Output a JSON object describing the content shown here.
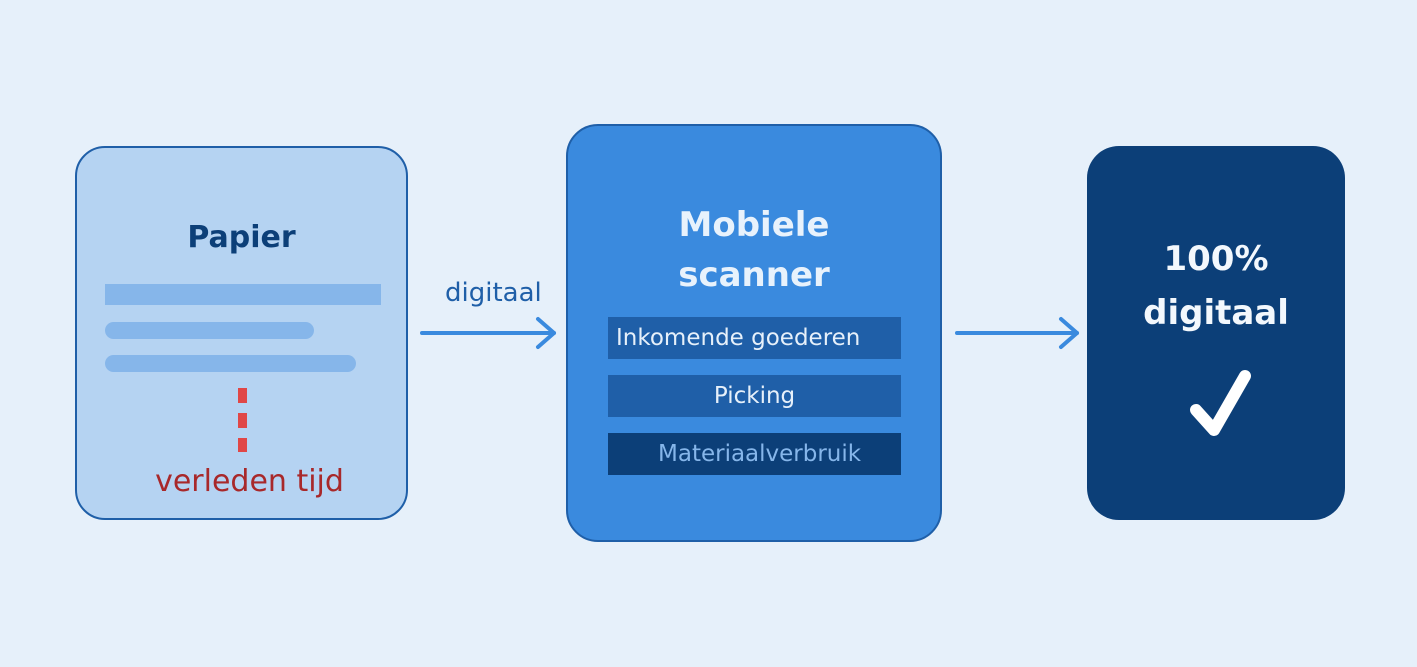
{
  "paper": {
    "title": "Papier",
    "caption": "verleden tijd"
  },
  "arrow_label": "digitaal",
  "scanner": {
    "title_line1": "Mobiele",
    "title_line2": "scanner",
    "items": [
      {
        "label": "Inkomende goederen"
      },
      {
        "label": "Picking"
      },
      {
        "label": "Materiaalverbruik"
      }
    ]
  },
  "result": {
    "title_line1": "100%",
    "title_line2": "digitaal",
    "icon": "check-icon"
  },
  "colors": {
    "background": "#e6f0fa",
    "paper_fill": "#b5d3f2",
    "scanner_fill": "#3a8ade",
    "result_fill": "#0c3f78",
    "accent_red": "#a8282a",
    "arrow": "#3a8ade"
  }
}
